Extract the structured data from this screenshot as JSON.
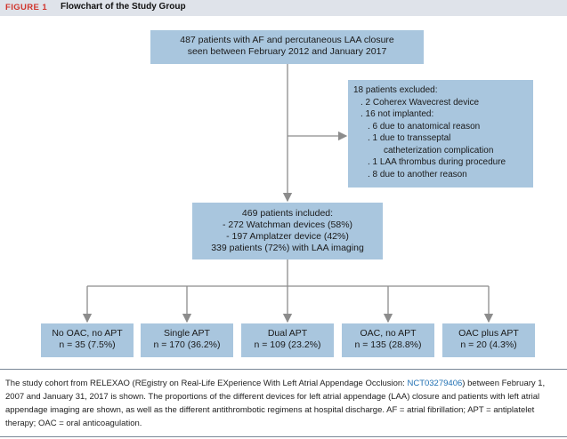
{
  "header": {
    "figure_label": "FIGURE 1",
    "title": "Flowchart of the Study Group"
  },
  "flowchart": {
    "top_box": {
      "line1": "487 patients with AF and percutaneous LAA closure",
      "line2": "seen between February 2012 and January 2017"
    },
    "excluded_box": {
      "title": "18 patients excluded:",
      "items": [
        ". 2 Coherex Wavecrest device",
        ". 16 not implanted:",
        ". 6 due to anatomical reason",
        ". 1 due to transseptal",
        "catheterization complication",
        ". 1 LAA thrombus during procedure",
        ". 8 due to another reason"
      ]
    },
    "included_box": {
      "line1": "469 patients included:",
      "line2": "- 272 Watchman devices (58%)",
      "line3": "- 197 Amplatzer device (42%)",
      "line4": "339 patients (72%) with LAA imaging"
    },
    "groups": [
      {
        "label": "No OAC, no APT",
        "value": "n = 35 (7.5%)"
      },
      {
        "label": "Single APT",
        "value": "n = 170 (36.2%)"
      },
      {
        "label": "Dual APT",
        "value": "n = 109 (23.2%)"
      },
      {
        "label": "OAC, no APT",
        "value": "n = 135 (28.8%)"
      },
      {
        "label": "OAC plus APT",
        "value": "n = 20 (4.3%)"
      }
    ]
  },
  "caption": {
    "part1": "The study cohort from RELEXAO (REgistry on Real-Life EXperience With Left Atrial Appendage Occlusion: ",
    "link": "NCT03279406",
    "part2": ") between February 1, 2007 and January 31, 2017 is shown. The proportions of the different devices for left atrial appendage (LAA) closure and patients with left atrial appendage imaging are shown, as well as the different antithrombotic regimens at hospital discharge. AF = atrial fibrillation; APT = antiplatelet therapy; OAC = oral anticoagulation."
  },
  "colors": {
    "box_fill": "#a9c6de",
    "header_bg": "#dfe3ea",
    "figure_label": "#d0342c",
    "arrow": "#8c8c8c"
  }
}
